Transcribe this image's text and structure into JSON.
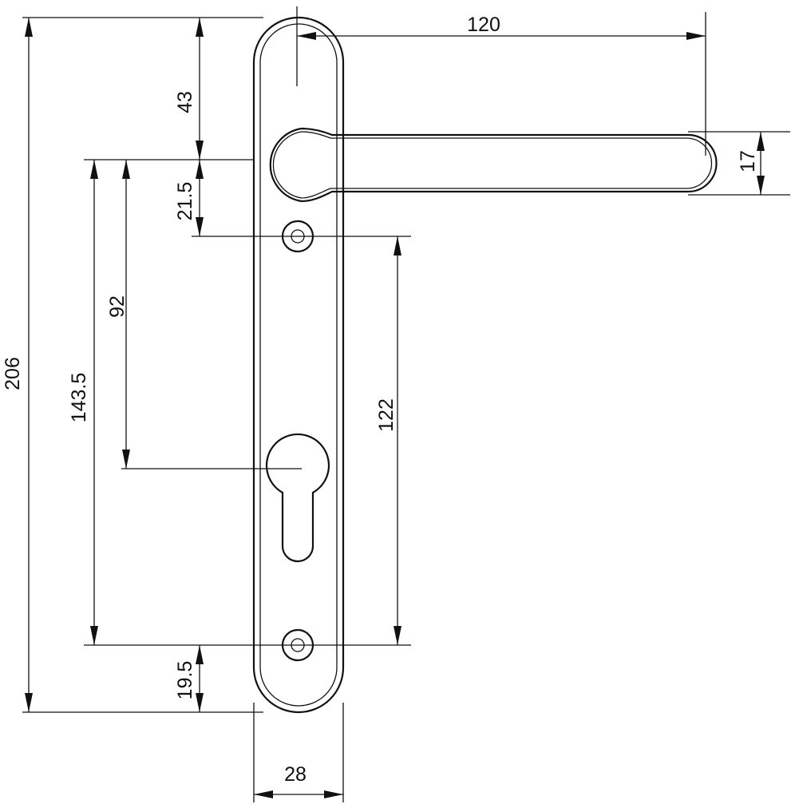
{
  "dimensions": {
    "total_height": "206",
    "top_to_lever": "43",
    "lever_to_screw": "21.5",
    "lever_to_cylinder": "92",
    "lever_to_bottom_screw": "143.5",
    "screw_spacing": "122",
    "bottom_screw_to_end": "19.5",
    "plate_width": "28",
    "lever_length": "120",
    "lever_thickness": "17"
  }
}
